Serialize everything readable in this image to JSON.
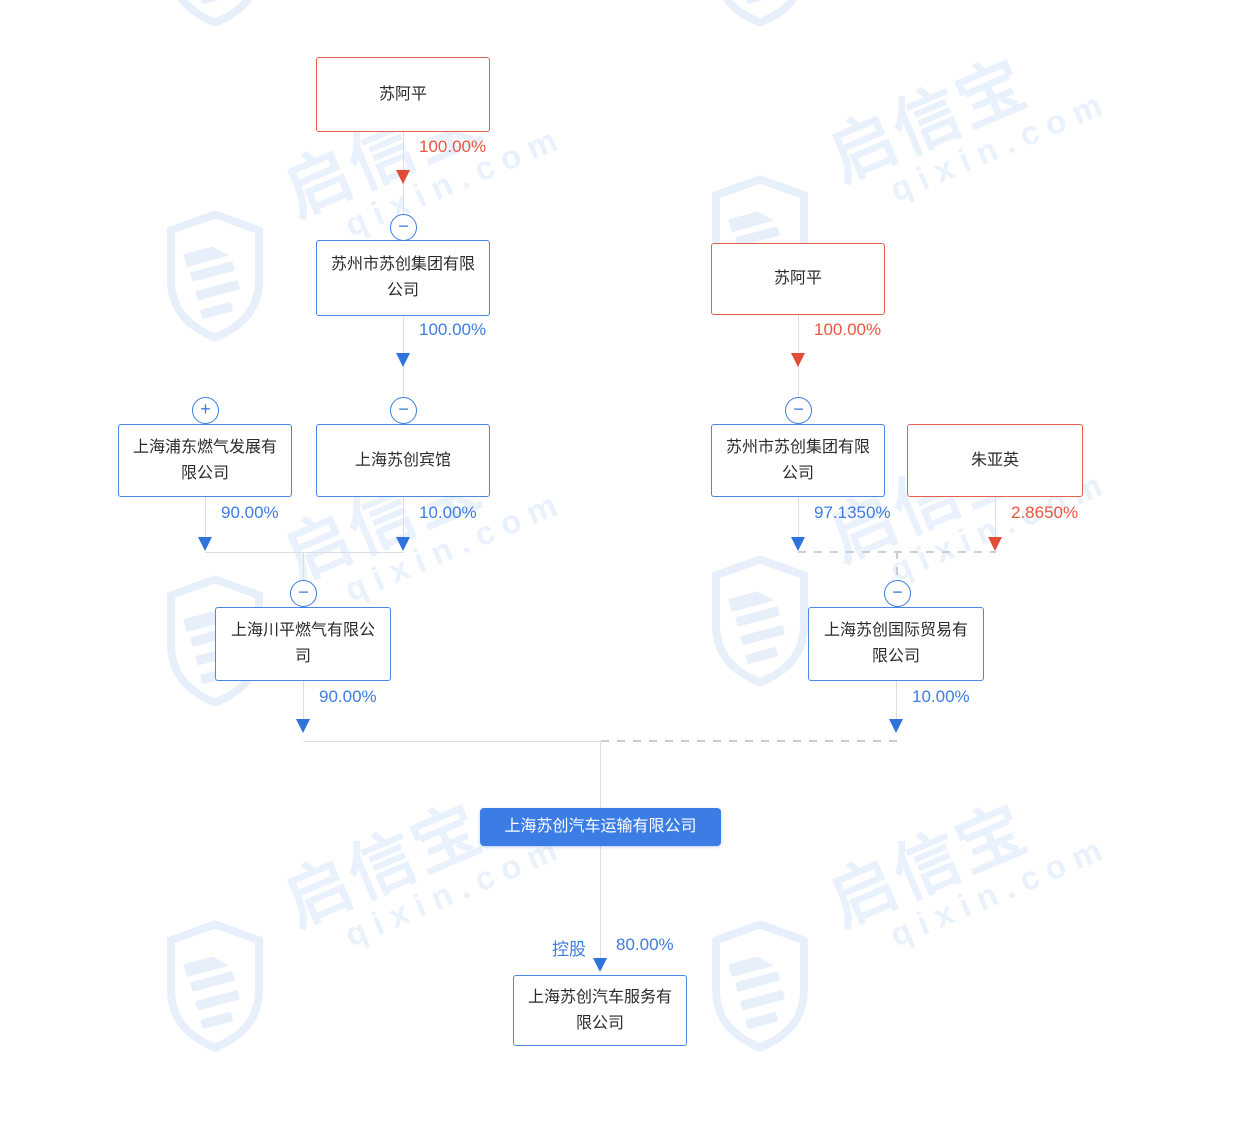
{
  "watermark": {
    "brand": "启信宝",
    "domain": "qixin.com"
  },
  "colors": {
    "accent_blue": "#3d7de2",
    "accent_red": "#e8573f",
    "box_border_blue": "#4a86e4",
    "box_border_red": "#e0614e",
    "primary_box_fill": "#3b7de4",
    "connector_line": "#dbdfe5",
    "watermark_blue": "#e9f1fc"
  },
  "badges": {
    "minus": "−",
    "plus": "+"
  },
  "boxes": {
    "person_left": {
      "label": "苏阿平",
      "type": "person"
    },
    "group_left": {
      "label": "苏州市苏创集团有限公司",
      "type": "company"
    },
    "pudong_gas": {
      "label": "上海浦东燃气发展有限公司",
      "type": "company"
    },
    "hotel": {
      "label": "上海苏创宾馆",
      "type": "company"
    },
    "chuanping_gas": {
      "label": "上海川平燃气有限公司",
      "type": "company"
    },
    "person_right": {
      "label": "苏阿平",
      "type": "person"
    },
    "group_right": {
      "label": "苏州市苏创集团有限公司",
      "type": "company"
    },
    "zhu_yaying": {
      "label": "朱亚英",
      "type": "person"
    },
    "intl_trade": {
      "label": "上海苏创国际贸易有限公司",
      "type": "company"
    },
    "auto_transport": {
      "label": "上海苏创汽车运输有限公司",
      "type": "company-highlighted"
    },
    "auto_service": {
      "label": "上海苏创汽车服务有限公司",
      "type": "company"
    }
  },
  "edges": [
    {
      "from": "person_left",
      "to": "group_left",
      "percent": "100.00%",
      "color": "red",
      "line": "solid"
    },
    {
      "from": "group_left",
      "to": "hotel",
      "percent": "100.00%",
      "color": "blue",
      "line": "solid"
    },
    {
      "from": "pudong_gas",
      "to": "chuanping_gas",
      "percent": "90.00%",
      "color": "blue",
      "line": "solid"
    },
    {
      "from": "hotel",
      "to": "chuanping_gas",
      "percent": "10.00%",
      "color": "blue",
      "line": "solid"
    },
    {
      "from": "chuanping_gas",
      "to": "auto_transport",
      "percent": "90.00%",
      "color": "blue",
      "line": "solid"
    },
    {
      "from": "person_right",
      "to": "group_right",
      "percent": "100.00%",
      "color": "red",
      "line": "solid"
    },
    {
      "from": "group_right",
      "to": "intl_trade",
      "percent": "97.1350%",
      "color": "blue",
      "line": "dashed"
    },
    {
      "from": "zhu_yaying",
      "to": "intl_trade",
      "percent": "2.8650%",
      "color": "red",
      "line": "dashed"
    },
    {
      "from": "intl_trade",
      "to": "auto_transport",
      "percent": "10.00%",
      "color": "blue",
      "line": "dashed"
    },
    {
      "from": "auto_transport",
      "to": "auto_service",
      "percent": "80.00%",
      "label": "控股",
      "color": "blue",
      "line": "solid"
    }
  ]
}
